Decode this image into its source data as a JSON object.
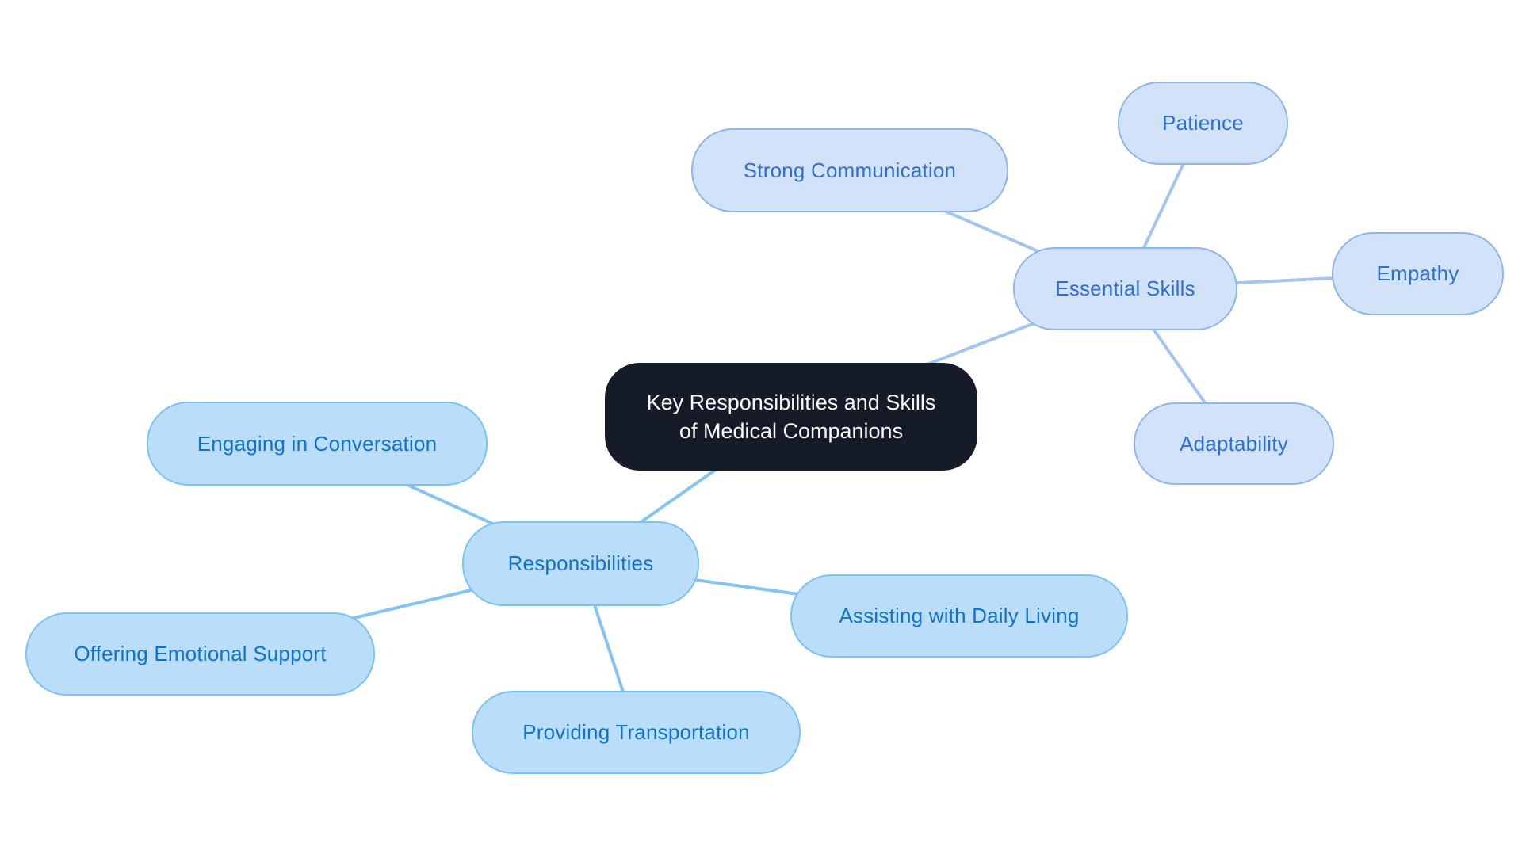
{
  "canvas": {
    "background": "#FFFFFF"
  },
  "root_node": {
    "label": "Key Responsibilities and Skills of Medical Companions",
    "line1": "Key Responsibilities and Skills",
    "line2": "of Medical Companions",
    "bg_color": "#151B27",
    "text_color": "#F7F8FA"
  },
  "branches": {
    "essential_skills": {
      "label": "Essential Skills",
      "fill": "#D2E3F9",
      "border": "#90B5E8",
      "text_color": "#2E6FD1",
      "line_color": "#A6C5EE",
      "children": {
        "strong_communication": {
          "label": "Strong Communication"
        },
        "patience": {
          "label": "Patience"
        },
        "empathy": {
          "label": "Empathy"
        },
        "adaptability": {
          "label": "Adaptability"
        }
      }
    },
    "responsibilities": {
      "label": "Responsibilities",
      "fill": "#BADEFA",
      "border": "#7CC2F4",
      "text_color": "#1273C6",
      "line_color": "#85C4F2",
      "children": {
        "engaging_in_conversation": {
          "label": "Engaging in Conversation"
        },
        "offering_emotional_support": {
          "label": "Offering Emotional Support"
        },
        "providing_transportation": {
          "label": "Providing Transportation"
        },
        "assisting_with_daily_living": {
          "label": "Assisting with Daily Living"
        }
      }
    }
  }
}
